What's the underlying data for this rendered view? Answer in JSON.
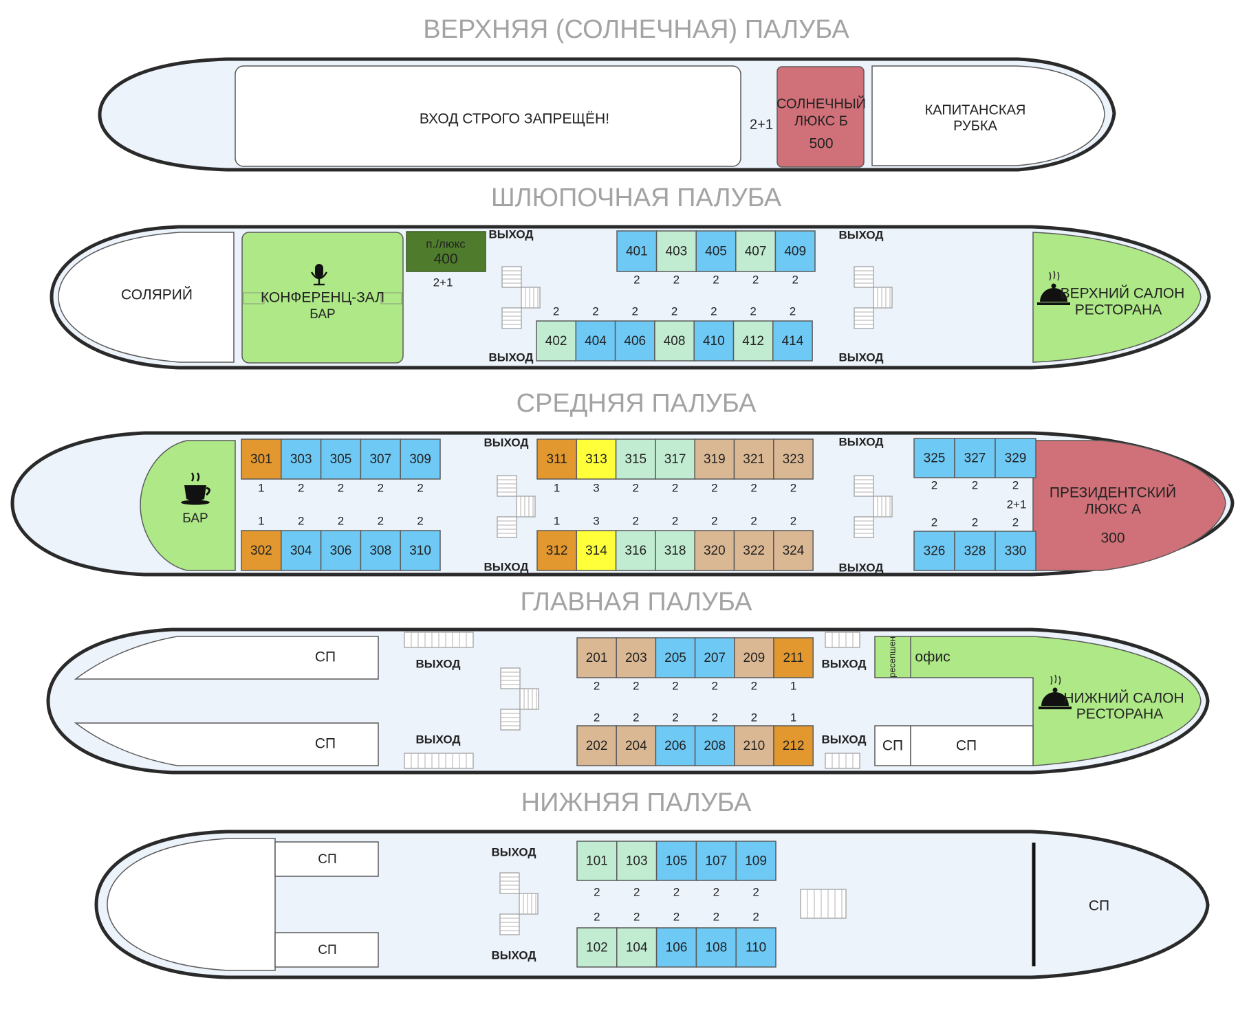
{
  "decks": [
    {
      "id": "sun",
      "title": "ВЕРХНЯЯ (СОЛНЕЧНАЯ) ПАЛУБА",
      "labels": {
        "forbidden": "ВХОД СТРОГО ЗАПРЕЩЁН!",
        "occupancy": "2+1",
        "suite_line1": "СОЛНЕЧНЫЙ",
        "suite_line2": "ЛЮКС Б",
        "suite_number": "500",
        "bridge_line1": "КАПИТАНСКАЯ",
        "bridge_line2": "РУБКА"
      }
    },
    {
      "id": "boat",
      "title": "ШЛЮПОЧНАЯ ПАЛУБА",
      "labels": {
        "solarium": "СОЛЯРИЙ",
        "conference": "КОНФЕРЕНЦ-ЗАЛ",
        "bar": "БАР",
        "semi_suite": "п./люкс",
        "semi_suite_number": "400",
        "semi_suite_occupancy": "2+1",
        "exit": "ВЫХОД",
        "restaurant_line1": "ВЕРХНИЙ САЛОН",
        "restaurant_line2": "РЕСТОРАНА"
      },
      "rows": [
        [
          {
            "num": "401",
            "occ": "2",
            "cls": "blue"
          },
          {
            "num": "403",
            "occ": "2",
            "cls": "green"
          },
          {
            "num": "405",
            "occ": "2",
            "cls": "blue"
          },
          {
            "num": "407",
            "occ": "2",
            "cls": "green"
          },
          {
            "num": "409",
            "occ": "2",
            "cls": "blue"
          }
        ],
        [
          {
            "num": "402",
            "occ": "2",
            "cls": "green"
          },
          {
            "num": "404",
            "occ": "2",
            "cls": "blue"
          },
          {
            "num": "406",
            "occ": "2",
            "cls": "blue"
          },
          {
            "num": "408",
            "occ": "2",
            "cls": "green"
          },
          {
            "num": "410",
            "occ": "2",
            "cls": "blue"
          },
          {
            "num": "412",
            "occ": "2",
            "cls": "green"
          },
          {
            "num": "414",
            "occ": "2",
            "cls": "blue"
          }
        ]
      ]
    },
    {
      "id": "middle",
      "title": "СРЕДНЯЯ ПАЛУБА",
      "labels": {
        "bar": "БАР",
        "exit": "ВЫХОД",
        "president_line1": "ПРЕЗИДЕНТСКИЙ",
        "president_line2": "ЛЮКС А",
        "president_number": "300",
        "president_occupancy": "2+1"
      },
      "rows": [
        [
          {
            "num": "301",
            "occ": "1",
            "cls": "orange"
          },
          {
            "num": "303",
            "occ": "2",
            "cls": "blue"
          },
          {
            "num": "305",
            "occ": "2",
            "cls": "blue"
          },
          {
            "num": "307",
            "occ": "2",
            "cls": "blue"
          },
          {
            "num": "309",
            "occ": "2",
            "cls": "blue"
          }
        ],
        [
          {
            "num": "302",
            "occ": "1",
            "cls": "orange"
          },
          {
            "num": "304",
            "occ": "2",
            "cls": "blue"
          },
          {
            "num": "306",
            "occ": "2",
            "cls": "blue"
          },
          {
            "num": "308",
            "occ": "2",
            "cls": "blue"
          },
          {
            "num": "310",
            "occ": "2",
            "cls": "blue"
          }
        ],
        [
          {
            "num": "311",
            "occ": "1",
            "cls": "orange"
          },
          {
            "num": "313",
            "occ": "3",
            "cls": "yellow"
          },
          {
            "num": "315",
            "occ": "2",
            "cls": "green"
          },
          {
            "num": "317",
            "occ": "2",
            "cls": "green"
          },
          {
            "num": "319",
            "occ": "2",
            "cls": "tan"
          },
          {
            "num": "321",
            "occ": "2",
            "cls": "tan"
          },
          {
            "num": "323",
            "occ": "2",
            "cls": "tan"
          }
        ],
        [
          {
            "num": "312",
            "occ": "1",
            "cls": "orange"
          },
          {
            "num": "314",
            "occ": "3",
            "cls": "yellow"
          },
          {
            "num": "316",
            "occ": "2",
            "cls": "green"
          },
          {
            "num": "318",
            "occ": "2",
            "cls": "green"
          },
          {
            "num": "320",
            "occ": "2",
            "cls": "tan"
          },
          {
            "num": "322",
            "occ": "2",
            "cls": "tan"
          },
          {
            "num": "324",
            "occ": "2",
            "cls": "tan"
          }
        ],
        [
          {
            "num": "325",
            "occ": "2",
            "cls": "blue"
          },
          {
            "num": "327",
            "occ": "2",
            "cls": "blue"
          },
          {
            "num": "329",
            "occ": "2",
            "cls": "blue"
          }
        ],
        [
          {
            "num": "326",
            "occ": "2",
            "cls": "blue"
          },
          {
            "num": "328",
            "occ": "2",
            "cls": "blue"
          },
          {
            "num": "330",
            "occ": "2",
            "cls": "blue"
          }
        ]
      ]
    },
    {
      "id": "main",
      "title": "ГЛАВНАЯ ПАЛУБА",
      "labels": {
        "sp": "СП",
        "exit": "ВЫХОД",
        "reception": "ресепшен",
        "office": "офис",
        "restaurant_line1": "НИЖНИЙ САЛОН",
        "restaurant_line2": "РЕСТОРАНА"
      },
      "rows": [
        [
          {
            "num": "201",
            "occ": "2",
            "cls": "tan"
          },
          {
            "num": "203",
            "occ": "2",
            "cls": "tan"
          },
          {
            "num": "205",
            "occ": "2",
            "cls": "blue"
          },
          {
            "num": "207",
            "occ": "2",
            "cls": "blue"
          },
          {
            "num": "209",
            "occ": "2",
            "cls": "tan"
          },
          {
            "num": "211",
            "occ": "1",
            "cls": "orange"
          }
        ],
        [
          {
            "num": "202",
            "occ": "2",
            "cls": "tan"
          },
          {
            "num": "204",
            "occ": "2",
            "cls": "tan"
          },
          {
            "num": "206",
            "occ": "2",
            "cls": "blue"
          },
          {
            "num": "208",
            "occ": "2",
            "cls": "blue"
          },
          {
            "num": "210",
            "occ": "2",
            "cls": "tan"
          },
          {
            "num": "212",
            "occ": "1",
            "cls": "orange"
          }
        ]
      ]
    },
    {
      "id": "lower",
      "title": "НИЖНЯЯ ПАЛУБА",
      "labels": {
        "sp": "СП",
        "exit": "ВЫХОД"
      },
      "rows": [
        [
          {
            "num": "101",
            "occ": "2",
            "cls": "green"
          },
          {
            "num": "103",
            "occ": "2",
            "cls": "green"
          },
          {
            "num": "105",
            "occ": "2",
            "cls": "blue"
          },
          {
            "num": "107",
            "occ": "2",
            "cls": "blue"
          },
          {
            "num": "109",
            "occ": "2",
            "cls": "blue"
          }
        ],
        [
          {
            "num": "102",
            "occ": "2",
            "cls": "green"
          },
          {
            "num": "104",
            "occ": "2",
            "cls": "green"
          },
          {
            "num": "106",
            "occ": "2",
            "cls": "blue"
          },
          {
            "num": "108",
            "occ": "2",
            "cls": "blue"
          },
          {
            "num": "110",
            "occ": "2",
            "cls": "blue"
          }
        ]
      ]
    }
  ],
  "colors": {
    "blue": "#6ec9f5",
    "green": "#c2ecd2",
    "orange": "#e3982f",
    "yellow": "#ffff3a",
    "tan": "#dbb894",
    "suite_red": "#d07078",
    "lime": "#aee887",
    "dark_green": "#4e7b2c",
    "hull": "#ecf3fb"
  }
}
